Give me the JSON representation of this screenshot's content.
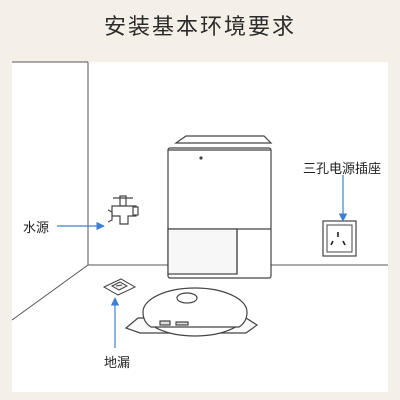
{
  "header": {
    "title": "安装基本环境要求"
  },
  "callouts": {
    "water": "水源",
    "socket": "三孔电源插座",
    "drain": "地漏"
  },
  "colors": {
    "background": "#f5f0e7",
    "panel": "#ffffff",
    "line": "#4a4a4a",
    "arrow": "#3e7fd6"
  },
  "icons": {
    "faucet": "faucet-icon",
    "socket": "three-hole-socket-icon",
    "drain": "floor-drain-icon",
    "robot": "robot-vacuum-dock-illustration"
  }
}
